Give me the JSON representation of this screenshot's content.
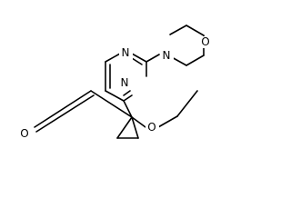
{
  "molecule": {
    "atoms": {
      "n_ring_top": "N",
      "n_ring_bottom": "N",
      "n_morpholine": "N",
      "o_morpholine": "O",
      "o_carbonyl": "O",
      "o_methoxy": "O"
    }
  },
  "colors": {
    "bond": "#000000",
    "text": "#000000",
    "background": "#ffffff"
  }
}
